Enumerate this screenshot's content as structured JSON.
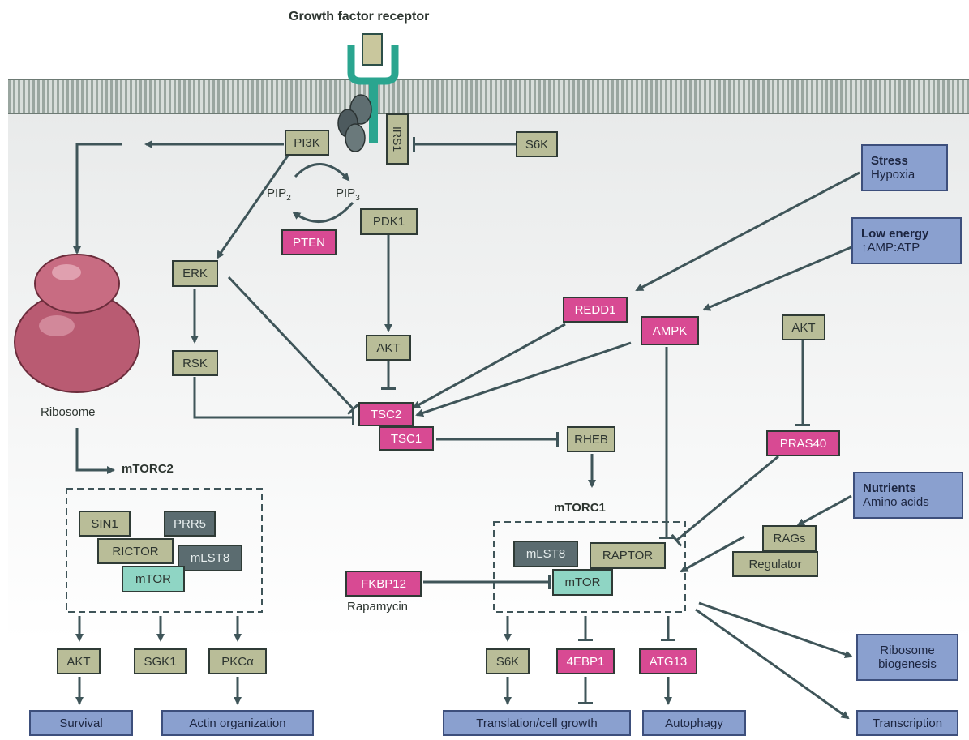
{
  "receptor": {
    "label": "Growth factor receptor"
  },
  "nodes": {
    "pi3k": "PI3K",
    "irs1": "IRS1",
    "s6k_top": "S6K",
    "pip2": "PIP",
    "pip2_sub": "2",
    "pip3": "PIP",
    "pip3_sub": "3",
    "pten": "PTEN",
    "pdk1": "PDK1",
    "erk": "ERK",
    "rsk": "RSK",
    "akt_mid": "AKT",
    "tsc2": "TSC2",
    "tsc1": "TSC1",
    "rheb": "RHEB",
    "redd1": "REDD1",
    "ampk": "AMPK",
    "akt_right": "AKT",
    "pras40": "PRAS40",
    "rags": "RAGs",
    "regulator": "Regulator",
    "fkbp12": "FKBP12",
    "rapamycin": "Rapamycin",
    "ribosome": "Ribosome"
  },
  "inputs": {
    "stress_title": "Stress",
    "stress_sub": "Hypoxia",
    "energy_title": "Low energy",
    "energy_sub": "↑AMP:ATP",
    "nutrients_title": "Nutrients",
    "nutrients_sub": "Amino acids"
  },
  "mtorc2": {
    "title": "mTORC2",
    "components": {
      "sin1": "SIN1",
      "prr5": "PRR5",
      "rictor": "RICTOR",
      "mlst8": "mLST8",
      "mtor": "mTOR"
    },
    "targets": {
      "akt": "AKT",
      "sgk1": "SGK1",
      "pkca": "PKCα"
    }
  },
  "mtorc1": {
    "title": "mTORC1",
    "components": {
      "mlst8": "mLST8",
      "raptor": "RAPTOR",
      "mtor": "mTOR"
    },
    "targets": {
      "s6k": "S6K",
      "4ebp1": "4EBP1",
      "atg13": "ATG13"
    }
  },
  "outputs": {
    "survival": "Survival",
    "actin": "Actin organization",
    "translation": "Translation/cell growth",
    "autophagy": "Autophagy",
    "ribosome_biogenesis_1": "Ribosome",
    "ribosome_biogenesis_2": "biogenesis",
    "transcription": "Transcription"
  },
  "colors": {
    "kinase": "#b9bd98",
    "suppressor": "#d84a93",
    "mtor": "#8fd5c4",
    "mlst8": "#5b6c70",
    "input_output": "#8aa0cf",
    "line": "#3f5559",
    "receptor": "#2aa58f"
  }
}
